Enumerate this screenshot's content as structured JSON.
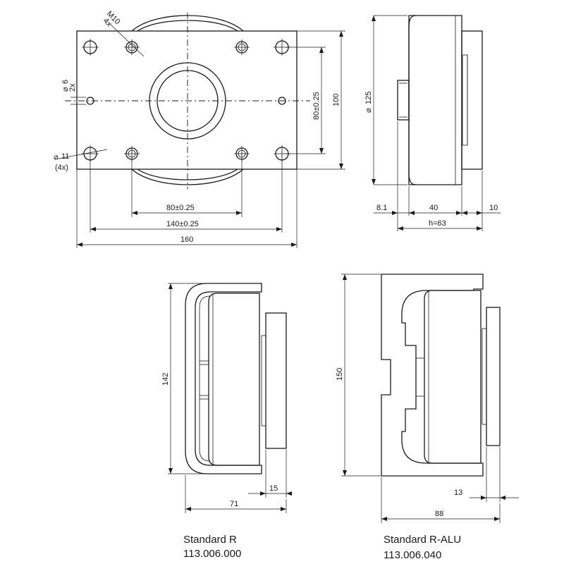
{
  "top_view": {
    "thread": "M10",
    "thread_count": "4x",
    "pin_hole": "6",
    "pin_count": "2x",
    "mount_hole": "11",
    "mount_count": "(4x)",
    "dim_vert_inner": "80±0.25",
    "dim_vert_outer": "100",
    "dim_horiz_inner": "80±0.25",
    "dim_horiz_mid": "140±0.25",
    "dim_horiz_outer": "160"
  },
  "side_view": {
    "diameter": "125",
    "dim_left": "8.1",
    "dim_mid": "40",
    "dim_right": "10",
    "height": "h=63"
  },
  "standard_r": {
    "name": "Standard R",
    "part_no": "113.006.000",
    "dim_height": "142",
    "dim_small": "15",
    "dim_width": "71"
  },
  "standard_r_alu": {
    "name": "Standard R-ALU",
    "part_no": "113.006.040",
    "dim_height": "150",
    "dim_small": "13",
    "dim_width": "88"
  }
}
